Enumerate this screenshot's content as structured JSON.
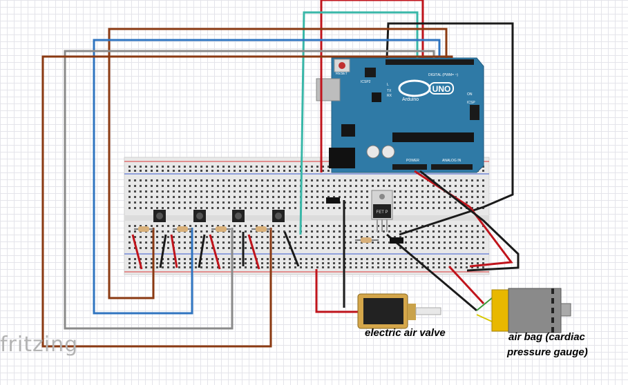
{
  "branding": {
    "watermark": "fritzing"
  },
  "arduino": {
    "logo_text": "UNO",
    "brand_text": "Arduino",
    "reset_label": "RESET",
    "icsp2_label": "ICSP2",
    "icsp_label": "ICSP",
    "digital_label": "DIGITAL (PWM= ~)",
    "power_label": "POWER",
    "analog_label": "ANALOG IN",
    "on_label": "ON",
    "tx_label": "TX",
    "rx_label": "RX",
    "l_label": "L"
  },
  "mosfet": {
    "label": "FET P"
  },
  "labels": {
    "valve": "electric air valve",
    "airbag_line1": "air bag (cardiac",
    "airbag_line2": "pressure gauge)"
  },
  "colors": {
    "board": "#2f7aa6",
    "breadboard": "#e6e6e6",
    "wire_red": "#c0141c",
    "wire_brown": "#8b3a12",
    "wire_blue": "#2f74c0",
    "wire_gray": "#8a8a8a",
    "wire_black": "#1a1a1a",
    "wire_teal": "#39b7a8",
    "rail_green": "#3a9a3a"
  }
}
